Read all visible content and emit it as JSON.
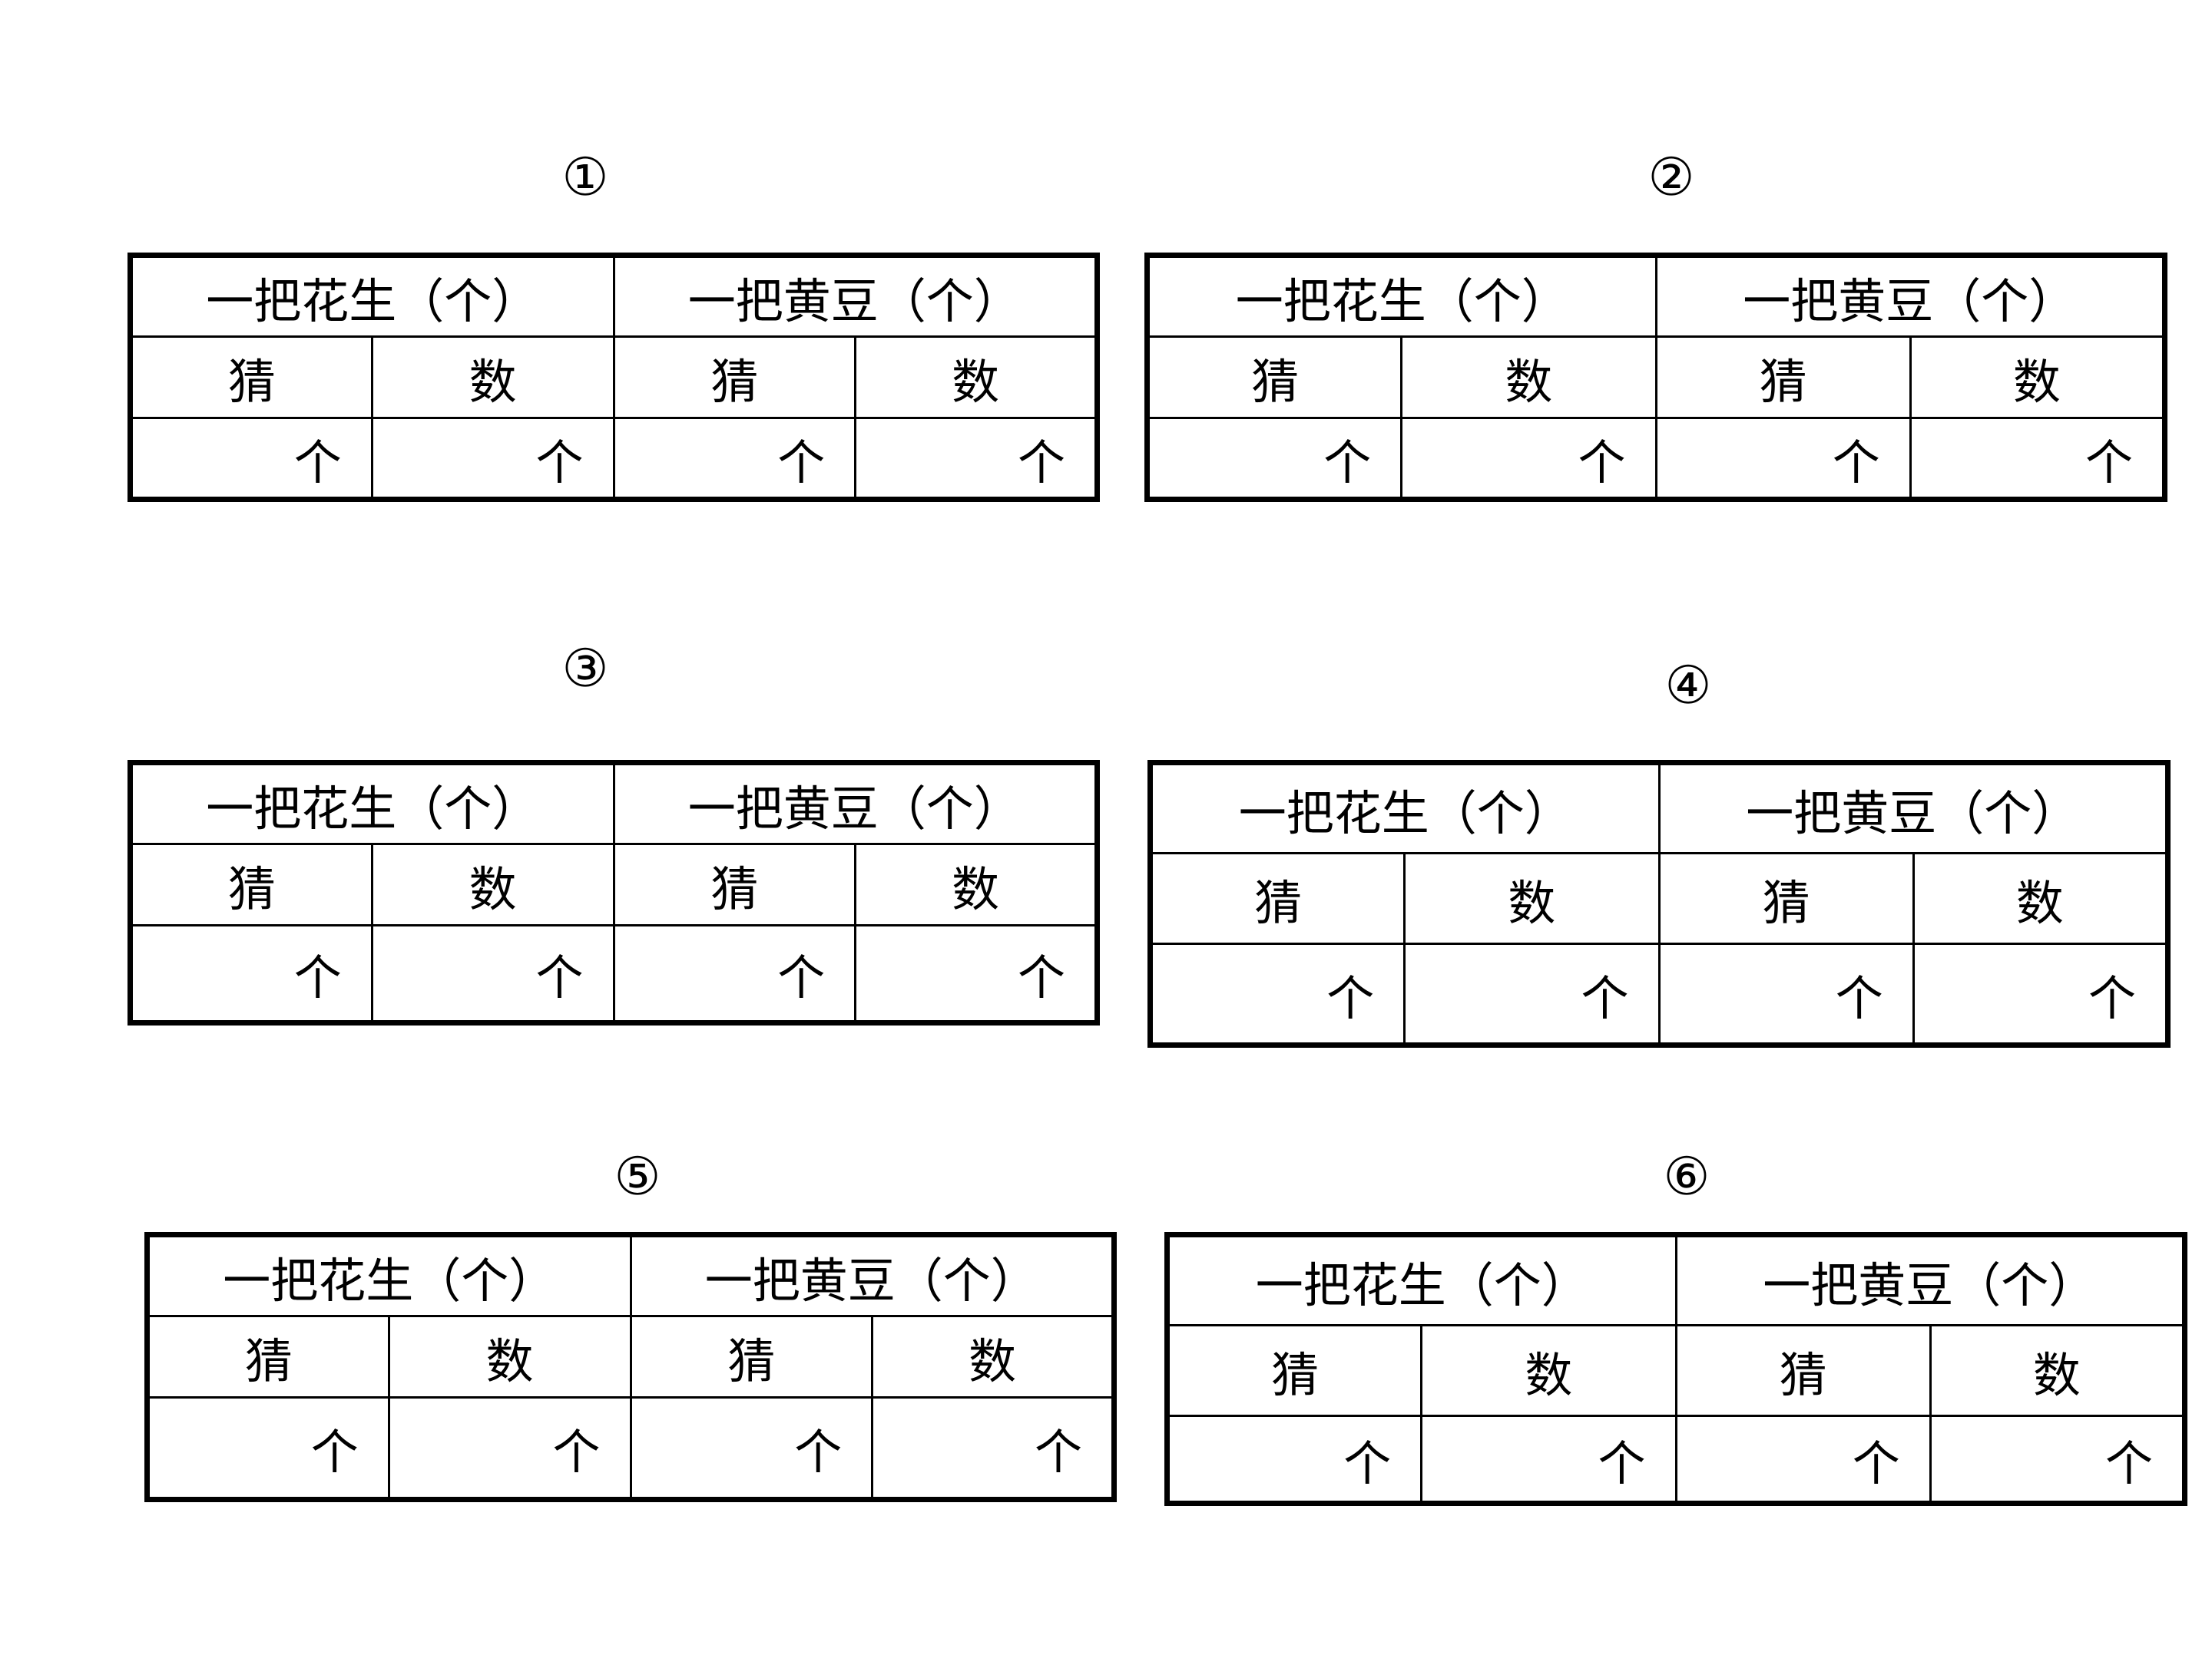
{
  "headers": {
    "peanut": "一把花生（个）",
    "soybean": "一把黄豆（个）"
  },
  "subheaders": {
    "guess": "猜",
    "count": "数"
  },
  "unit": "个",
  "tables": [
    {
      "number": "①"
    },
    {
      "number": "②"
    },
    {
      "number": "③"
    },
    {
      "number": "④"
    },
    {
      "number": "⑤"
    },
    {
      "number": "⑥"
    }
  ]
}
